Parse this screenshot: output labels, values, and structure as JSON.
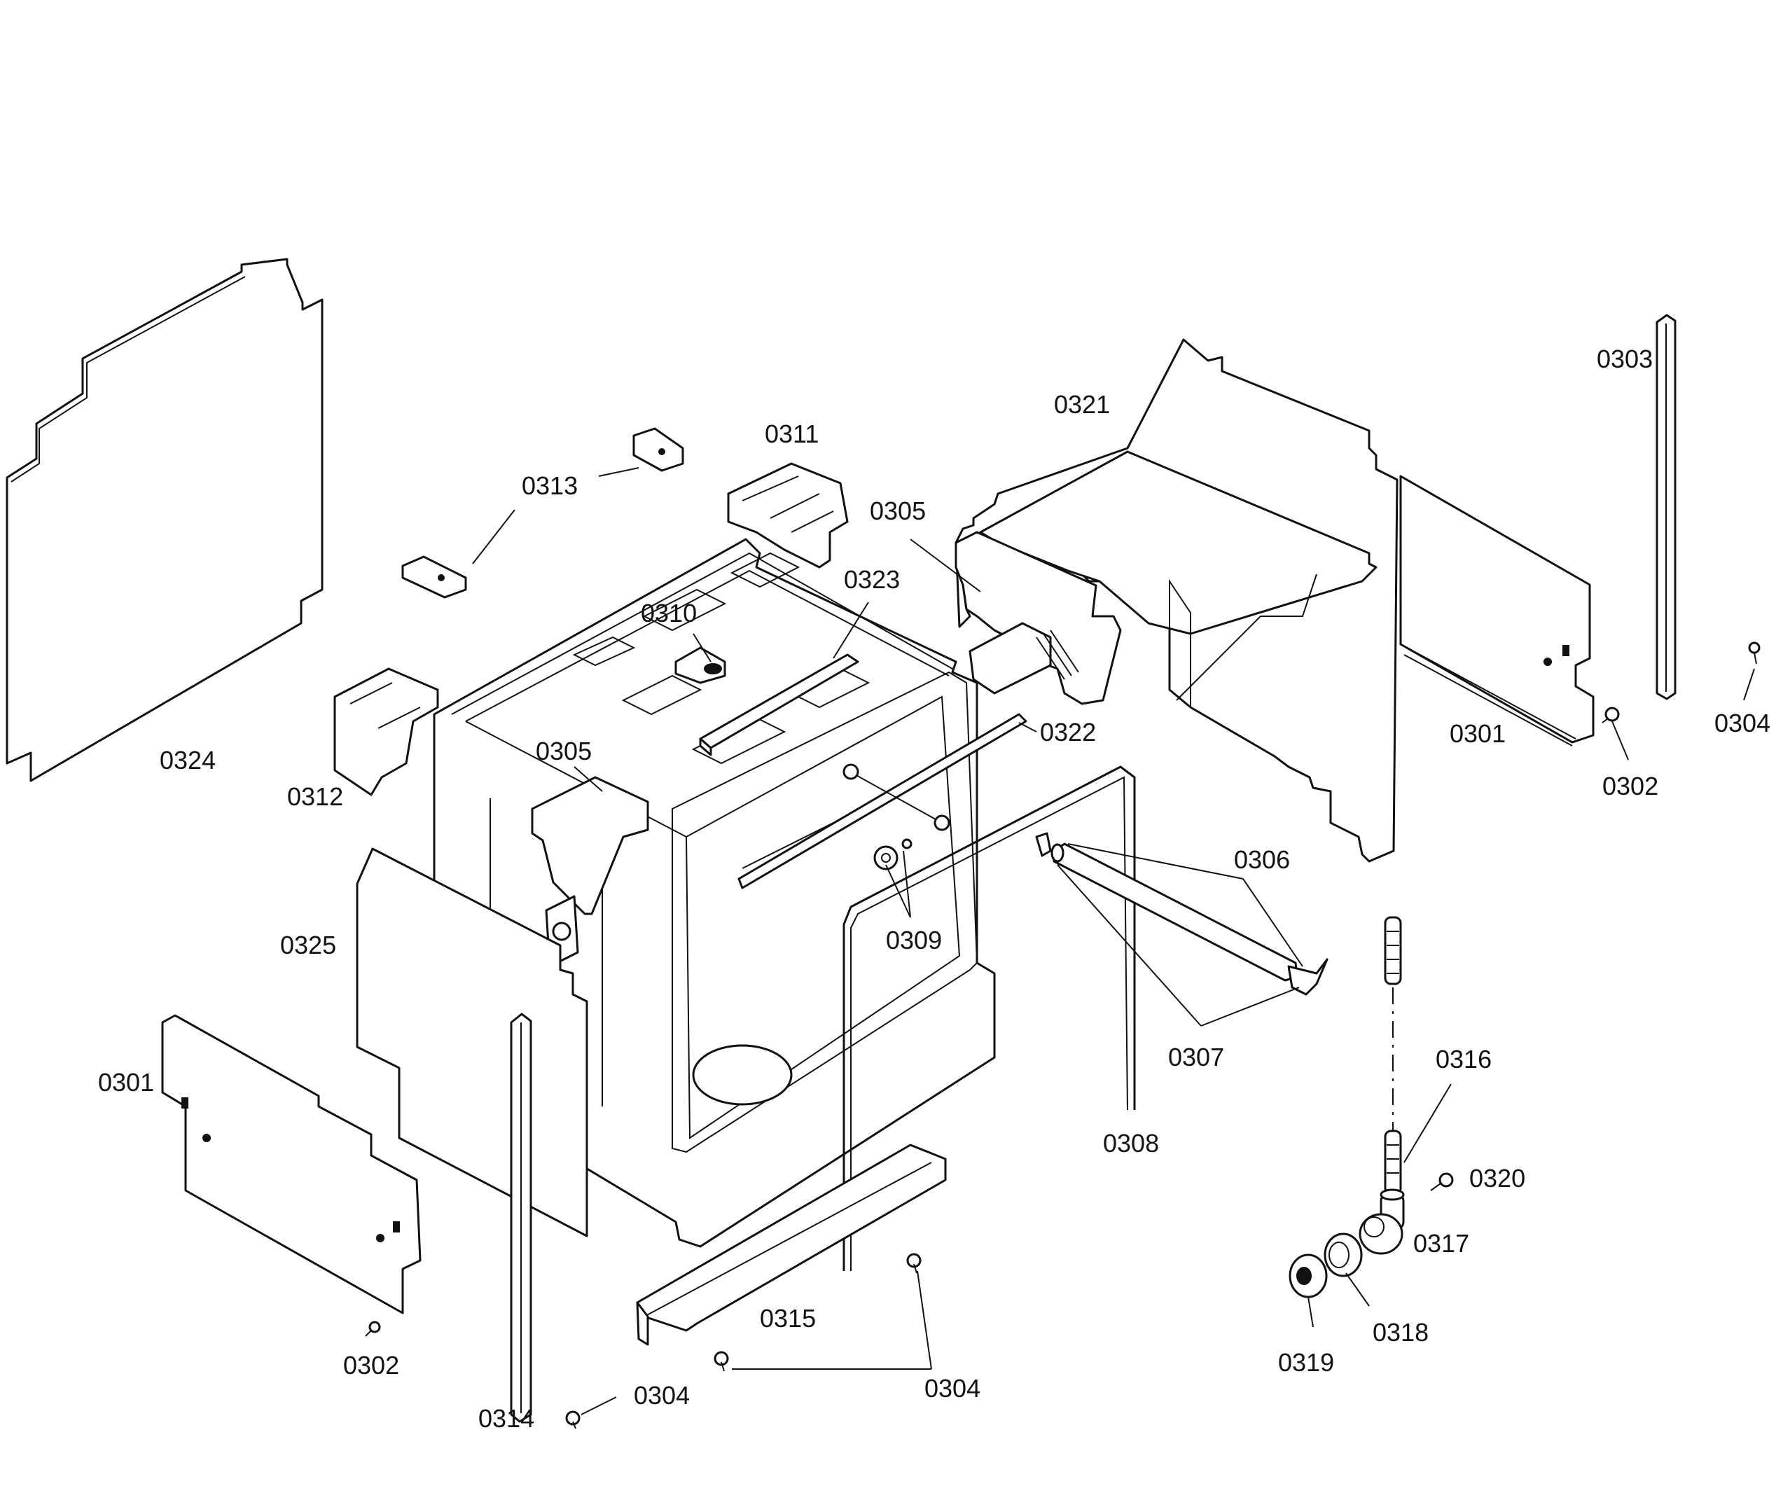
{
  "labels": {
    "p0301_left": "0301",
    "p0301_right": "0301",
    "p0302_left": "0302",
    "p0302_right": "0302",
    "p0303": "0303",
    "p0304_right": "0304",
    "p0304_bl": "0304",
    "p0304_bm": "0304",
    "p0305_mid": "0305",
    "p0305_top": "0305",
    "p0306": "0306",
    "p0307": "0307",
    "p0308": "0308",
    "p0309": "0309",
    "p0310": "0310",
    "p0311": "0311",
    "p0312": "0312",
    "p0313": "0313",
    "p0314": "0314",
    "p0315": "0315",
    "p0316": "0316",
    "p0317": "0317",
    "p0318": "0318",
    "p0319": "0319",
    "p0320": "0320",
    "p0321": "0321",
    "p0322": "0322",
    "p0323": "0323",
    "p0324": "0324",
    "p0325": "0325"
  },
  "colors": {
    "line": "#111111",
    "background": "#ffffff"
  }
}
